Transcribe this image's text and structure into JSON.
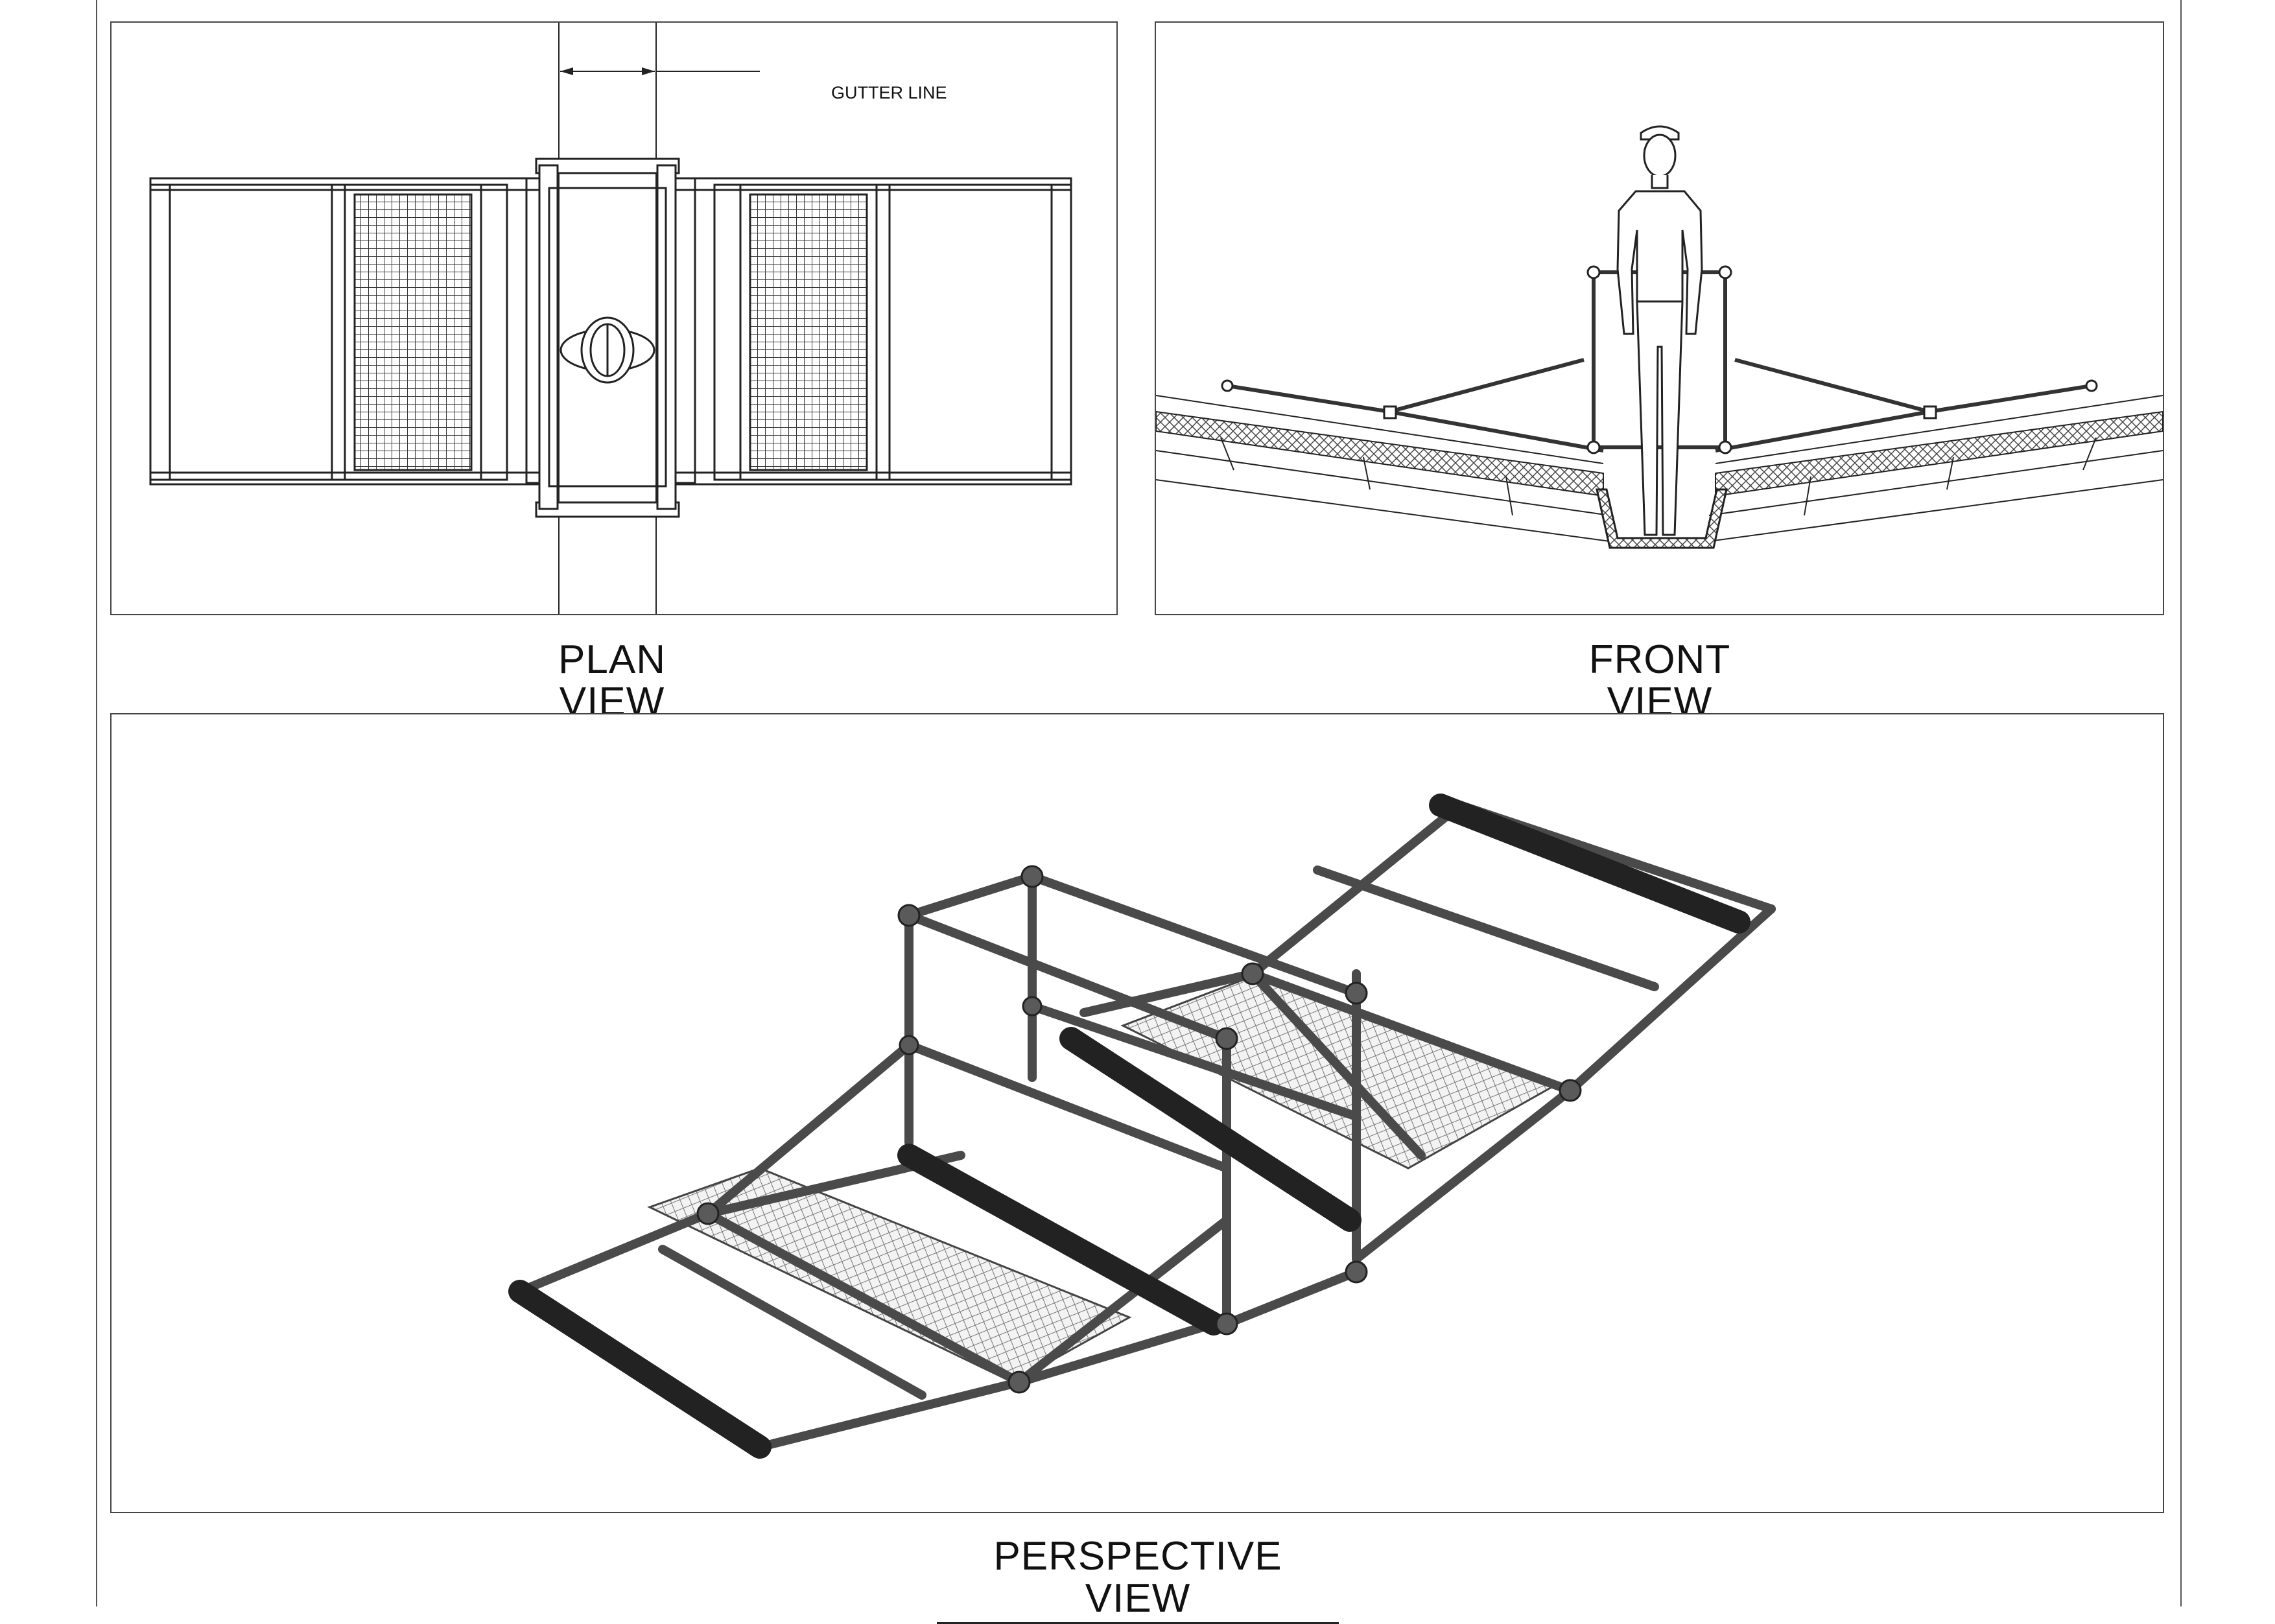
{
  "plan_view": {
    "title": "PLAN VIEW",
    "gutter_label": "GUTTER LINE"
  },
  "front_view": {
    "title": "FRONT VIEW"
  },
  "perspective_view": {
    "title": "PERSPECTIVE VIEW"
  },
  "colors": {
    "line": "#222222",
    "frame_metal": "#555555",
    "roller": "#2f2f2f",
    "mesh": "#888888"
  }
}
